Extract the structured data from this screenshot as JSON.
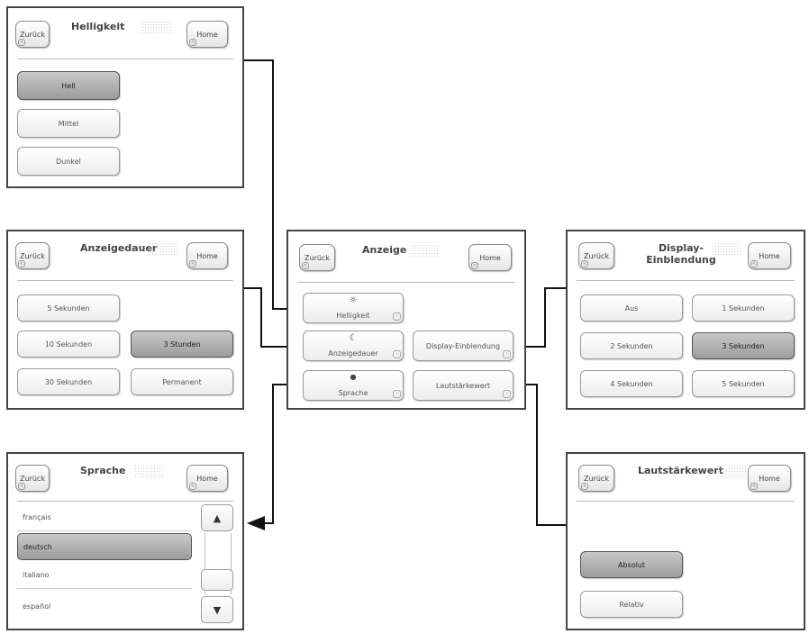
{
  "common": {
    "back": "Zurück",
    "home": "Home"
  },
  "helligkeit": {
    "title": "Helligkeit",
    "options": [
      "Hell",
      "Mittel",
      "Dunkel"
    ],
    "selected": 0
  },
  "anzeigedauer": {
    "title": "Anzeigedauer",
    "options": [
      "5 Sekunden",
      "10 Sekunden",
      "3 Stunden",
      "30 Sekunden",
      "Permanent"
    ],
    "selected": 2
  },
  "sprache": {
    "title": "Sprache",
    "items": [
      "français",
      "deutsch",
      "italiano",
      "español"
    ],
    "selected": 1,
    "scroll_up": "▲",
    "scroll_down": "▼"
  },
  "anzeige": {
    "title": "Anzeige",
    "items": [
      "Helligkeit",
      "Anzeigedauer",
      "Display-Einblendung",
      "Sprache",
      "Lautstärkewert"
    ],
    "icons": [
      "sun-icon",
      "moon-icon",
      "speech-bubble-icon"
    ],
    "icon_glyphs": [
      "☼",
      "☾",
      "●"
    ]
  },
  "display": {
    "title_line1": "Display-",
    "title_line2": "Einblendung",
    "options": [
      "Aus",
      "1 Sekunden",
      "2 Sekunden",
      "3 Sekunden",
      "4 Sekunden",
      "5 Sekunden"
    ],
    "selected": 3
  },
  "laut": {
    "title": "Lautstärkewert",
    "options": [
      "Absolut",
      "Relativ"
    ],
    "selected": 0
  }
}
